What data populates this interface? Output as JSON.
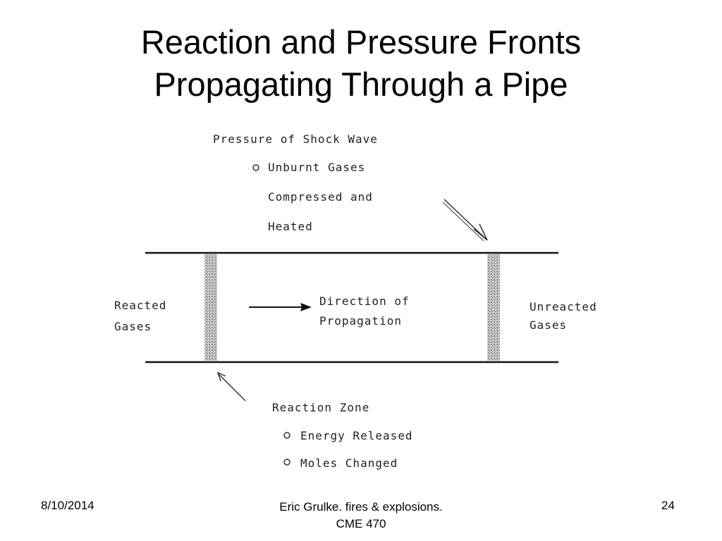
{
  "slide": {
    "title_line1": "Reaction and Pressure Fronts",
    "title_line2": "Propagating Through a Pipe"
  },
  "diagram": {
    "top_label": {
      "line1": "Pressure of Shock Wave",
      "bullet": "Unburnt Gases",
      "line3": "Compressed and",
      "line4": "Heated"
    },
    "left_label": {
      "line1": "Reacted",
      "line2": "Gases"
    },
    "center_label": {
      "line1": "Direction of",
      "line2": "Propagation"
    },
    "right_label": {
      "line1": "Unreacted",
      "line2": "Gases"
    },
    "bottom_label": {
      "line1": "Reaction Zone",
      "bullet1": "Energy Released",
      "bullet2": "Moles Changed"
    }
  },
  "footer": {
    "date": "8/10/2014",
    "center_line1": "Eric Grulke.  fires & explosions.",
    "center_line2": "CME 470",
    "page": "24"
  }
}
